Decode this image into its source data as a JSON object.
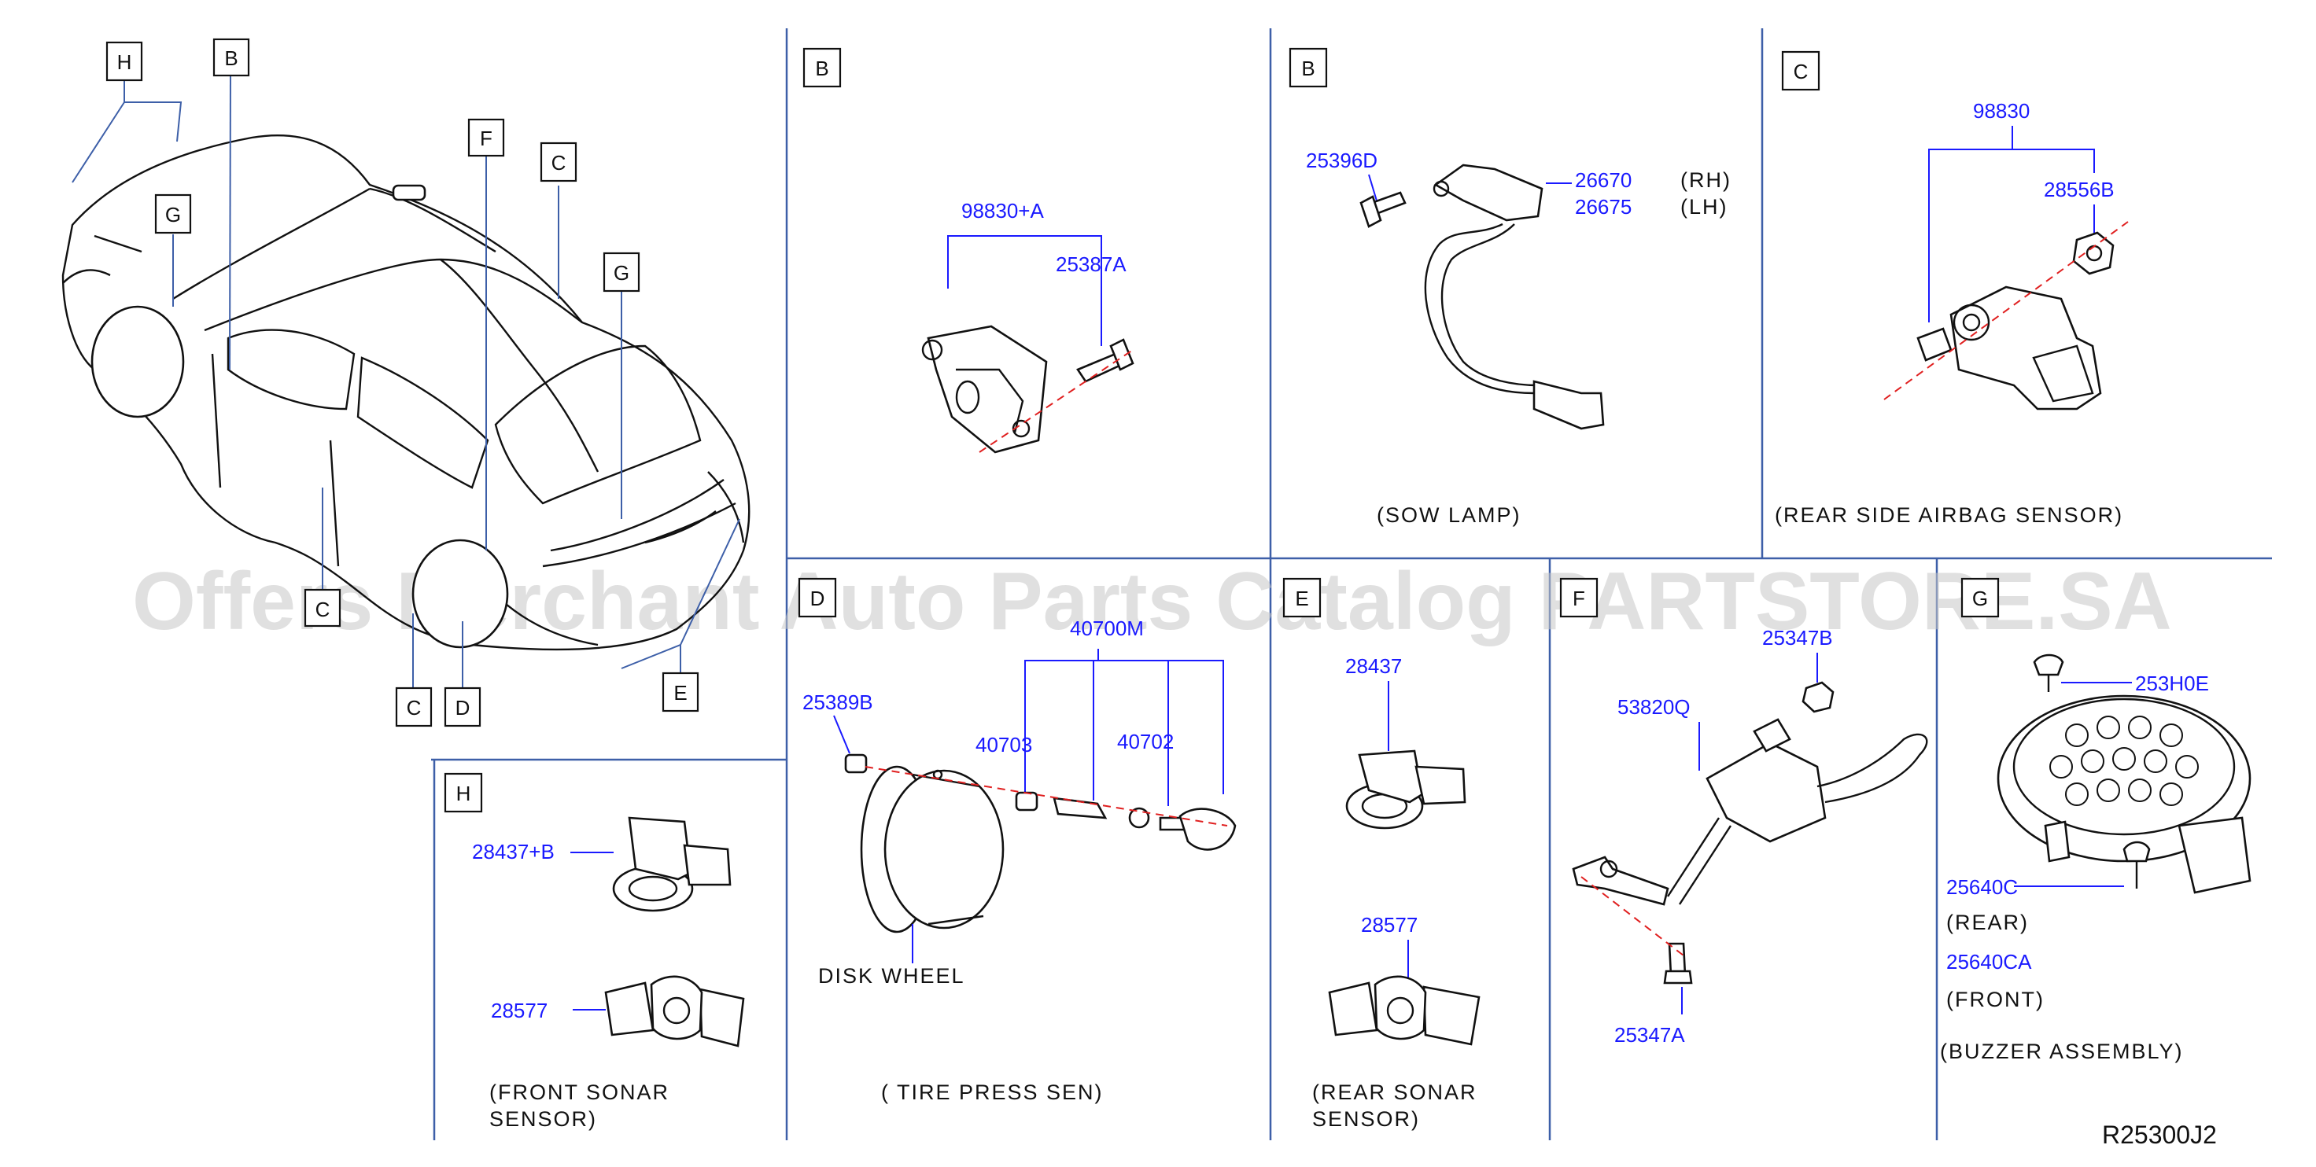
{
  "diagram_ref": "R25300J2",
  "watermark": "Offers Merchant Auto Parts Catalog PARTSTORE.SA",
  "car_view": {
    "callouts": [
      "H",
      "B",
      "F",
      "C",
      "G",
      "G",
      "C",
      "C",
      "D",
      "E"
    ]
  },
  "panels": {
    "b1": {
      "section": "B",
      "parts": [
        "98830+A",
        "25387A"
      ]
    },
    "b2": {
      "section": "B",
      "parts": [
        "25396D",
        "26670",
        "26675"
      ],
      "side_rh": "(RH)",
      "side_lh": "(LH)",
      "caption": "(SOW   LAMP)"
    },
    "c": {
      "section": "C",
      "parts": [
        "98830",
        "28556B"
      ],
      "caption": "(REAR   SIDE   AIRBAG   SENSOR)"
    },
    "d": {
      "section": "D",
      "parts": [
        "25389B",
        "40700M",
        "40703",
        "40702"
      ],
      "label_wheel": "DISK   WHEEL",
      "caption": "( TIRE   PRESS   SEN)"
    },
    "e": {
      "section": "E",
      "parts": [
        "28437",
        "28577"
      ],
      "caption_line1": "(REAR   SONAR",
      "caption_line2": "SENSOR)"
    },
    "f": {
      "section": "F",
      "parts": [
        "25347B",
        "53820Q",
        "25347A"
      ]
    },
    "g": {
      "section": "G",
      "parts": [
        "253H0E",
        "25640C",
        "25640CA"
      ],
      "label_rear": "(REAR)",
      "label_front": "(FRONT)",
      "caption": "(BUZZER   ASSEMBLY)"
    },
    "h": {
      "section": "H",
      "parts": [
        "28437+B",
        "28577"
      ],
      "caption_line1": "(FRONT   SONAR",
      "caption_line2": "SENSOR)"
    }
  },
  "colors": {
    "part_number": "#1a1aff",
    "divider": "#3d5fa8",
    "centerline": "#e02020"
  }
}
